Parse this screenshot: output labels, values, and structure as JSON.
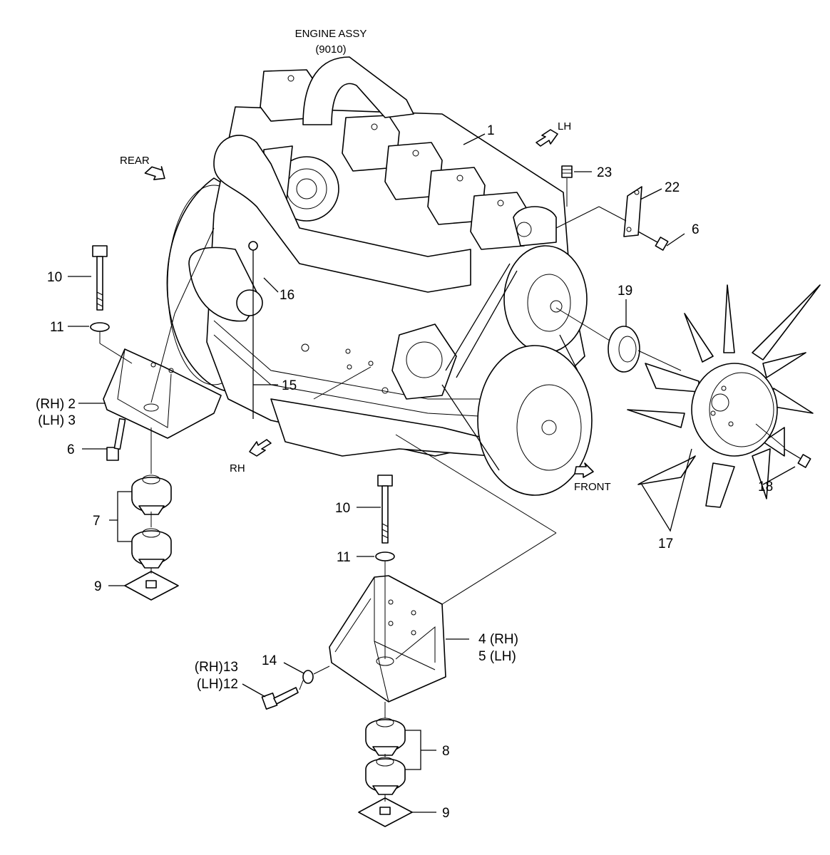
{
  "title": {
    "line1": "ENGINE ASSY",
    "line2": "(9010)"
  },
  "directions": {
    "rear": "REAR",
    "lh": "LH",
    "rh": "RH",
    "front": "FRONT"
  },
  "callouts": {
    "c1": "1",
    "c2": "(RH) 2",
    "c3": "(LH) 3",
    "c4": "4 (RH)",
    "c5": "5 (LH)",
    "c6a": "6",
    "c6b": "6",
    "c7": "7",
    "c8": "8",
    "c9a": "9",
    "c9b": "9",
    "c10a": "10",
    "c10b": "10",
    "c11a": "11",
    "c11b": "11",
    "c12": "(LH)12",
    "c13": "(RH)13",
    "c14": "14",
    "c15": "15",
    "c16": "16",
    "c17": "17",
    "c18": "18",
    "c19": "19",
    "c22": "22",
    "c23": "23"
  }
}
